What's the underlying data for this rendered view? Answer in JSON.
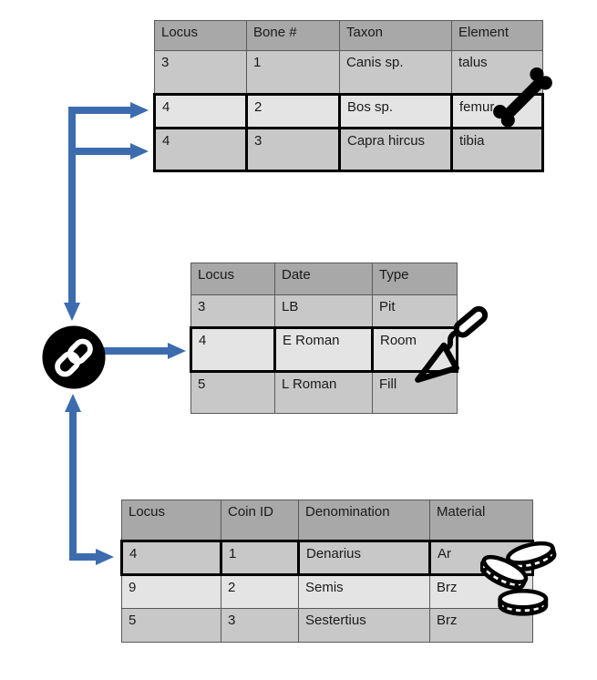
{
  "hub": {
    "icon": "chain-link-icon"
  },
  "icons": {
    "hub": "chain-link-icon",
    "fauna_table": "bone-icon",
    "loci_table": "trowel-icon",
    "coins_table": "coins-icon"
  },
  "tables": [
    {
      "columns": [
        "Locus",
        "Bone #",
        "Taxon",
        "Element"
      ],
      "rows": [
        {
          "cells": [
            "3",
            "1",
            "Canis sp.",
            "talus"
          ],
          "highlighted": false
        },
        {
          "cells": [
            "4",
            "2",
            "Bos sp.",
            "femur"
          ],
          "highlighted": true
        },
        {
          "cells": [
            "4",
            "3",
            "Capra hircus",
            "tibia"
          ],
          "highlighted": true
        }
      ]
    },
    {
      "columns": [
        "Locus",
        "Date",
        "Type"
      ],
      "rows": [
        {
          "cells": [
            "3",
            "LB",
            "Pit"
          ],
          "highlighted": false
        },
        {
          "cells": [
            "4",
            "E Roman",
            "Room"
          ],
          "highlighted": true
        },
        {
          "cells": [
            "5",
            "L Roman",
            "Fill"
          ],
          "highlighted": false
        }
      ]
    },
    {
      "columns": [
        "Locus",
        "Coin ID",
        "Denomination",
        "Material"
      ],
      "rows": [
        {
          "cells": [
            "4",
            "1",
            "Denarius",
            "Ar"
          ],
          "highlighted": true
        },
        {
          "cells": [
            "9",
            "2",
            "Semis",
            "Brz"
          ],
          "highlighted": false
        },
        {
          "cells": [
            "5",
            "3",
            "Sestertius",
            "Brz"
          ],
          "highlighted": false
        }
      ]
    }
  ],
  "colors": {
    "arrow": "#3c6cae",
    "header_bg": "#a8a8a8",
    "row_dark_bg": "#c8c8c8",
    "row_light_bg": "#e4e4e4",
    "highlight_border": "#000000",
    "cell_border": "#595959",
    "text": "#1a1a1a",
    "icon": "#000000",
    "link_bg": "#000000",
    "link_fg": "#ffffff",
    "background": "#ffffff"
  }
}
